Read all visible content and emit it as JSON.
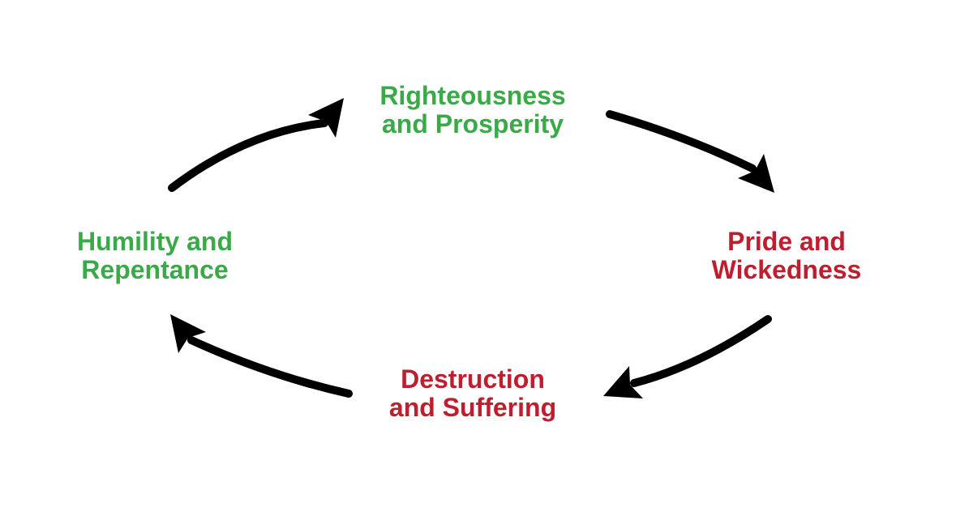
{
  "diagram": {
    "type": "cycle",
    "background_color": "#ffffff",
    "colors": {
      "positive_text": "#3aaa49",
      "negative_text": "#be1e2d",
      "arrow": "#000000"
    },
    "stages": [
      {
        "id": "righteousness-and-prosperity",
        "line1": "Righteousness",
        "line2": "and Prosperity",
        "tone": "positive",
        "position": "top"
      },
      {
        "id": "pride-and-wickedness",
        "line1": "Pride and",
        "line2": "Wickedness",
        "tone": "negative",
        "position": "right"
      },
      {
        "id": "destruction-and-suffering",
        "line1": "Destruction",
        "line2": "and Suffering",
        "tone": "negative",
        "position": "bottom"
      },
      {
        "id": "humility-and-repentance",
        "line1": "Humility and",
        "line2": "Repentance",
        "tone": "positive",
        "position": "left"
      }
    ],
    "arrows": [
      {
        "from": "humility-and-repentance",
        "to": "righteousness-and-prosperity",
        "direction": "up-right"
      },
      {
        "from": "righteousness-and-prosperity",
        "to": "pride-and-wickedness",
        "direction": "down-right"
      },
      {
        "from": "pride-and-wickedness",
        "to": "destruction-and-suffering",
        "direction": "down-left"
      },
      {
        "from": "destruction-and-suffering",
        "to": "humility-and-repentance",
        "direction": "up-left"
      }
    ]
  }
}
